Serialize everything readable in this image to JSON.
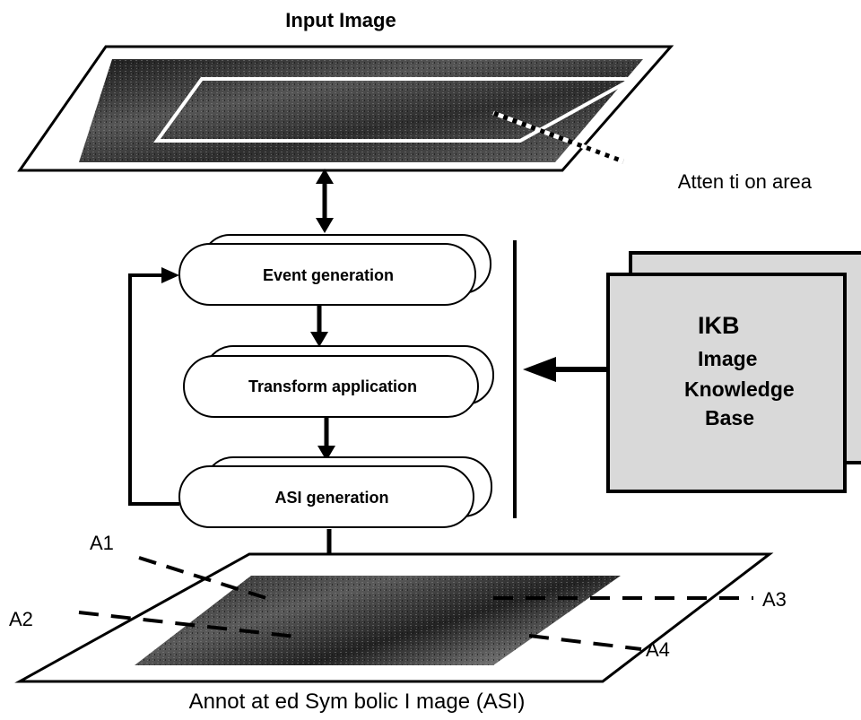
{
  "input_image": {
    "title": "Input    Image"
  },
  "attention": {
    "label": "Atten ti on area"
  },
  "blocks": {
    "event": "Event generation",
    "transform": "Transform application",
    "asi": "ASI   generation"
  },
  "ikb": {
    "abbr": "IKB",
    "line1": "Image",
    "line2": "Knowledge",
    "line3": "Base"
  },
  "annotations": {
    "a1": "A1",
    "a2": "A2",
    "a3": "A3",
    "a4": "A4"
  },
  "output_image": {
    "caption": "Annot at ed Sym bolic I mage (ASI)"
  },
  "colors": {
    "ikb_fill": "#d9d9d9",
    "line": "#000000",
    "background": "#ffffff"
  }
}
